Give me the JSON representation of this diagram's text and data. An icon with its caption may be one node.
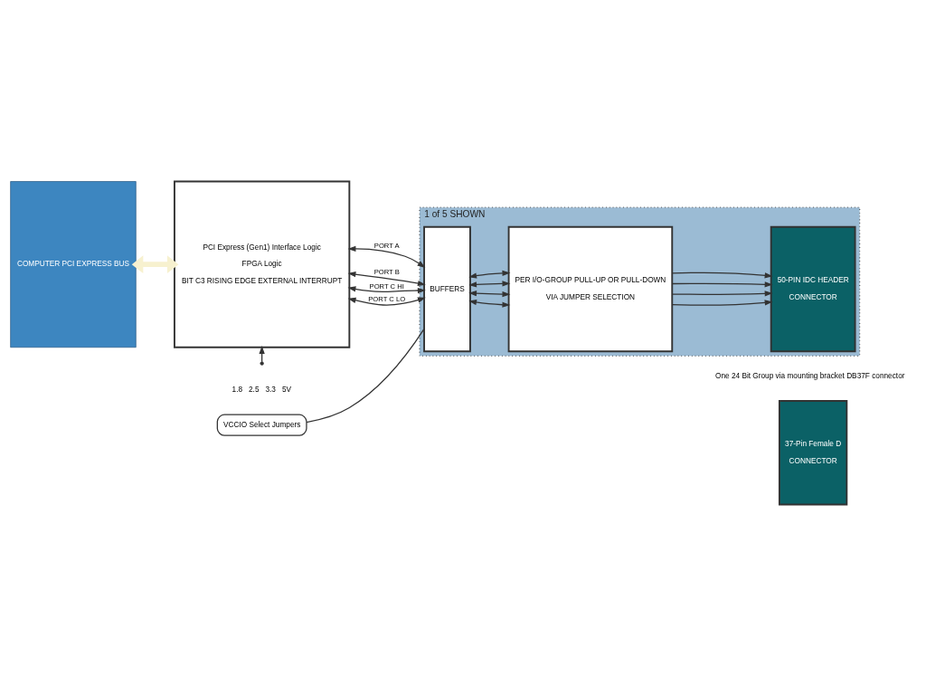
{
  "diagram": {
    "nodes": [
      {
        "text": [
          "COMPUTER PCI EXPRESS BUS"
        ]
      },
      {
        "text": [
          "PCI Express (Gen1) Interface Logic",
          "FPGA Logic",
          "BIT C3 RISING EDGE EXTERNAL INTERRUPT"
        ]
      },
      {
        "text": [
          "1 of 5 SHOWN"
        ]
      },
      {
        "text": [
          "BUFFERS"
        ],
        "in": 2
      },
      {
        "text": [
          "PER I/O-GROUP PULL-UP OR PULL-DOWN",
          "VIA JUMPER SELECTION"
        ],
        "in": 2
      },
      {
        "text": [
          "50-PIN IDC HEADER",
          "CONNECTOR"
        ],
        "in": 2
      },
      {
        "text": [
          "VCCIO Select Jumpers"
        ],
        "beside": [
          "1.8",
          "2.5",
          "3.3",
          "5V"
        ]
      },
      {
        "text": [
          "37-Pin Female D",
          "CONNECTOR"
        ],
        "beside": [
          "One 24 Bit Group via mounting bracket DB37F connector"
        ]
      }
    ],
    "edges": [
      {
        "from": 0,
        "to": 1,
        "arrow": "both",
        "style": "thick",
        "color": "#f7f1cf"
      },
      {
        "from": 1,
        "to": 3,
        "arrow": "both",
        "label": "PORT A"
      },
      {
        "from": 1,
        "to": 3,
        "arrow": "both",
        "label": "PORT B"
      },
      {
        "from": 1,
        "to": 3,
        "arrow": "both",
        "label": "PORT C HI"
      },
      {
        "from": 1,
        "to": 3,
        "arrow": "both",
        "label": "PORT C LO"
      },
      {
        "from": 3,
        "to": 4,
        "arrow": "both"
      },
      {
        "from": 3,
        "to": 4,
        "arrow": "both"
      },
      {
        "from": 3,
        "to": 4,
        "arrow": "both"
      },
      {
        "from": 3,
        "to": 4,
        "arrow": "both"
      },
      {
        "from": 4,
        "to": 5,
        "arrow": "to"
      },
      {
        "from": 4,
        "to": 5,
        "arrow": "to"
      },
      {
        "from": 4,
        "to": 5,
        "arrow": "to"
      },
      {
        "from": 4,
        "to": 5,
        "arrow": "to"
      },
      {
        "from": 6,
        "to": 3,
        "arrow": "none"
      },
      {
        "from": null,
        "to": 1,
        "arrow": "to"
      }
    ]
  }
}
